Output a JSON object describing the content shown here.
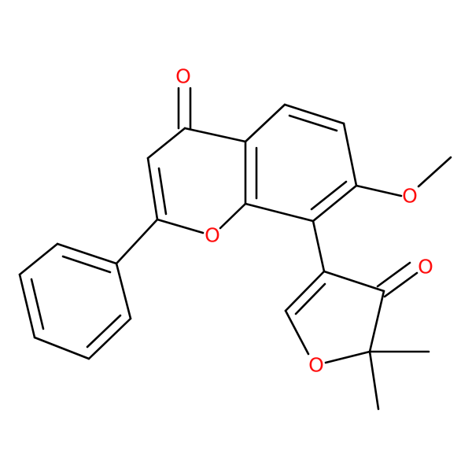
{
  "molecule": {
    "atoms": [
      {
        "id": "O_ketone",
        "element": "O",
        "label": "O",
        "color": "#ff0d0d"
      },
      {
        "id": "O_ring",
        "element": "O",
        "label": "O",
        "color": "#ff0d0d"
      },
      {
        "id": "O_methoxy",
        "element": "O",
        "label": "O",
        "color": "#ff0d0d"
      },
      {
        "id": "O_furanone_carbonyl",
        "element": "O",
        "label": "O",
        "color": "#ff0d0d"
      },
      {
        "id": "O_furan",
        "element": "O",
        "label": "O",
        "color": "#ff0d0d"
      }
    ],
    "bond_color": "#000000",
    "background": "#ffffff"
  }
}
